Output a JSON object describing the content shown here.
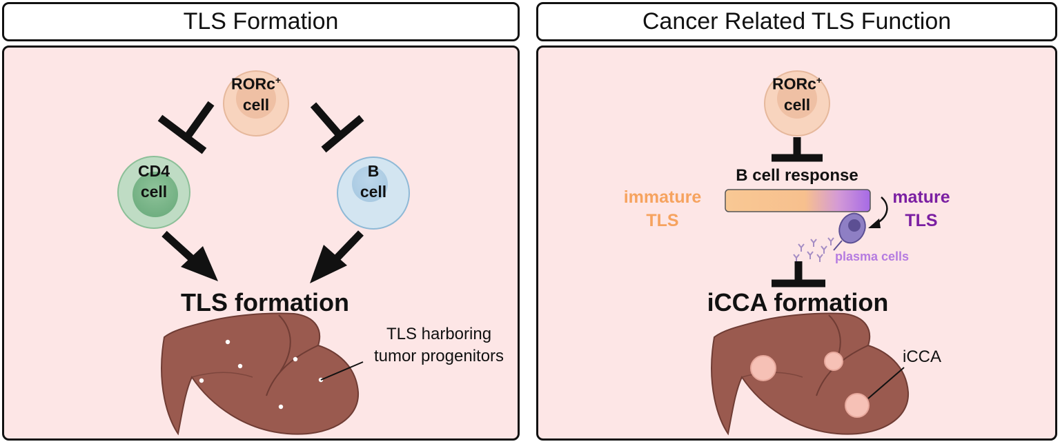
{
  "left_panel": {
    "title": "TLS Formation",
    "ror_cell": {
      "line1": "RORc",
      "sup": "+",
      "line2": "cell"
    },
    "cd4_cell": {
      "line1": "CD4",
      "line2": "cell"
    },
    "b_cell": {
      "line1": "B",
      "line2": "cell"
    },
    "result": "TLS formation",
    "annotation": {
      "line1": "TLS harboring",
      "line2": "tumor progenitors"
    }
  },
  "right_panel": {
    "title": "Cancer Related TLS Function",
    "ror_cell": {
      "line1": "RORc",
      "sup": "+",
      "line2": "cell"
    },
    "b_cell_response": "B cell response",
    "immature": {
      "line1": "immature",
      "line2": "TLS"
    },
    "mature": {
      "line1": "mature",
      "line2": "TLS"
    },
    "plasma_cells": "plasma cells",
    "result": "iCCA formation",
    "annotation": "iCCA"
  },
  "colors": {
    "panel_bg": "#fde6e6",
    "ror_cell": "#f6ccb4",
    "cd4_cell": "#9fcaa7",
    "b_cell": "#cfe2ef",
    "liver": "#9a5a4f",
    "immature": "#f6a35f",
    "mature": "#7b1fa2",
    "plasma": "#b57be0"
  }
}
